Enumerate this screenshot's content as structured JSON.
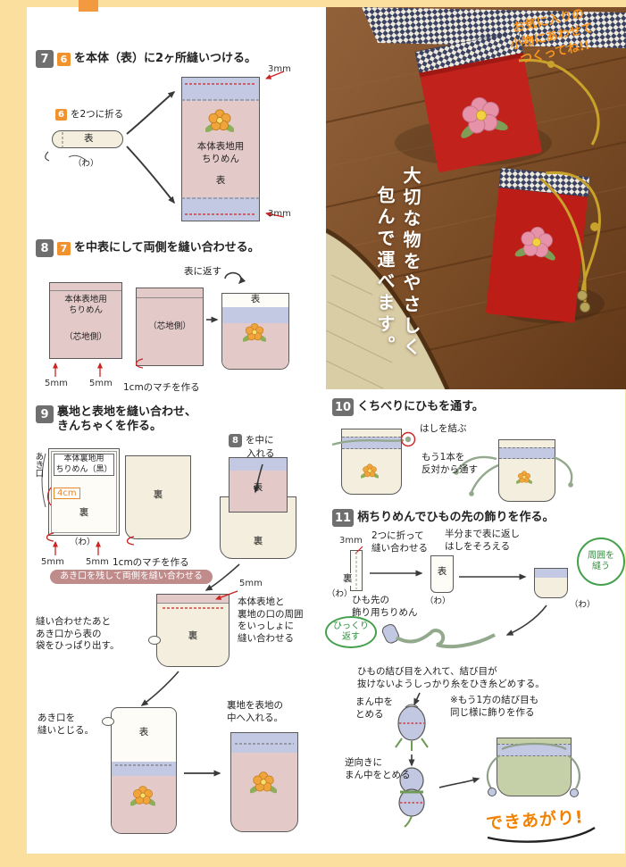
{
  "colors": {
    "page_bg": "#FBDF9F",
    "accent_orange": "#F0922D",
    "step_gray": "#6F6F6F",
    "stitch_red": "#CC2222",
    "fabric_pink": "#E3CAC8",
    "band_lavender": "#C4C9E3",
    "note_mauve": "#C08B8B",
    "accent_green": "#44A04C",
    "done_orange": "#F08200",
    "pouch_red": "#C2221C",
    "cord_gold": "#C9A22B"
  },
  "photo": {
    "note": "お気に入りの\n小物にあわせて\nつくってね!!",
    "caption_col1": "大切な物をやさしく",
    "caption_col2": "包んで運べます。"
  },
  "step7": {
    "num": "7",
    "ref": "6",
    "title": "を本体（表）に2ヶ所縫いつける。",
    "fold_ref": "6",
    "fold_text": "を2つに折る",
    "strip_omote": "表",
    "wa": "（わ）",
    "fabric_name": "本体表地用\nちりめん",
    "fabric_omote": "表",
    "mm_top": "3mm",
    "mm_bottom": "3mm"
  },
  "step8": {
    "num": "8",
    "ref": "7",
    "title": "を中表にして両側を縫い合わせる。",
    "turn": "表に返す",
    "fabric_name": "本体表地用\nちりめん",
    "core1": "（芯地側）",
    "core2": "（芯地側）",
    "omote": "表",
    "mm_a": "5mm",
    "mm_b": "5mm",
    "machi": "1cmのマチを作る"
  },
  "step9": {
    "num": "9",
    "title": "裏地と表地を縫い合わせ、\nきんちゃくを作る。",
    "akiguchi": "あき口",
    "lining_name": "本体裏地用\nちりめん（黒）",
    "cm4": "4cm",
    "ura_a": "裏",
    "wa": "（わ）",
    "mm_a": "5mm",
    "mm_b": "5mm",
    "machi": "1cmのマチを作る",
    "ura_b": "裏",
    "sew_note": "あき口を残して両側を縫い合わせる",
    "insert_ref": "8",
    "insert_text1": "を中に",
    "insert_text2": "入れる",
    "omote_in": "表",
    "ura_c": "裏",
    "mm_c": "5mm",
    "rim_note": "本体表地と\n裏地の口の周囲\nをいっしょに\n縫い合わせる",
    "ura_d": "裏",
    "pull_note": "縫い合わせたあと\nあき口から表の\n袋をひっぱり出す。",
    "close_note": "あき口を\n縫いとじる。",
    "omote_b": "表",
    "insert_final": "裏地を表地の\n中へ入れる。"
  },
  "step10": {
    "num": "10",
    "title": "くちべりにひもを通す。",
    "knot": "はしを結ぶ",
    "second": "もう1本を\n反対から通す"
  },
  "step11": {
    "num": "11",
    "title": "柄ちりめんでひもの先の飾りを作る。",
    "mm3": "3mm",
    "fold": "2つに折って\n縫い合わせる",
    "half": "半分まで表に返し\nはしをそろえる",
    "around": "周囲を\n縫う",
    "wa1": "（わ）",
    "ura": "裏",
    "omote": "表",
    "wa2": "（わ）",
    "wa3": "（わ）",
    "cord_fabric": "ひも先の\n飾り用ちりめん",
    "flip": "ひっくり\n返す",
    "knot_note": "ひもの結び目を入れて、結び目が\n抜けないようしっかり糸をひき糸どめする。",
    "center": "まん中を\nとめる",
    "reverse": "逆向きに\nまん中をとめる",
    "other": "※もう1方の結び目も\n同じ様に飾りを作る",
    "done": "できあがり!"
  }
}
